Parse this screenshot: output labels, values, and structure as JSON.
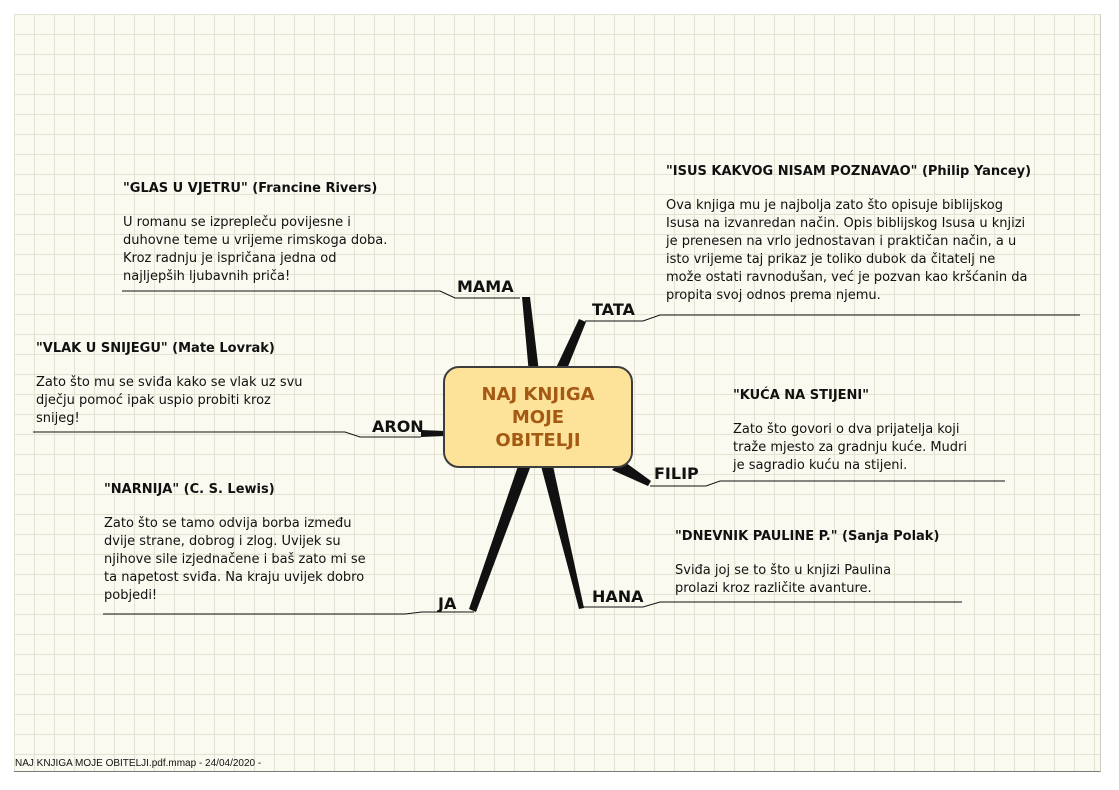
{
  "center": {
    "title": "NAJ KNJIGA\nMOJE\nOBITELJI"
  },
  "branches": {
    "mama": {
      "label": "MAMA",
      "note_title": "\"GLAS U VJETRU\" (Francine Rivers)",
      "note_body": "U romanu se izprepleču povijesne i\nduhovne teme u vrijeme rimskoga doba.\nKroz radnju je ispričana jedna od\nnajljepših ljubavnih priča!"
    },
    "tata": {
      "label": "TATA",
      "note_title": "\"ISUS KAKVOG NISAM POZNAVAO\" (Philip Yancey)",
      "note_body": "Ova knjiga mu je najbolja zato što opisuje biblijskog\nIsusa na izvanredan način. Opis biblijskog Isusa u knjizi\nje prenesen na vrlo jednostavan i praktičan način, a u\nisto vrijeme taj prikaz je toliko dubok da čitatelj ne\nmože ostati ravnodušan, već je pozvan kao kršćanin da\npropita svoj odnos prema njemu."
    },
    "aron": {
      "label": "ARON",
      "note_title": "\"VLAK U SNIJEGU\" (Mate Lovrak)",
      "note_body": " Zato što mu se sviđa kako se vlak uz svu\ndječju pomoć ipak uspio probiti kroz\nsnijeg!"
    },
    "filip": {
      "label": "FILIP",
      "note_title": "\"KUĆA NA STIJENI\"",
      "note_body": "Zato što govori o dva prijatelja koji\ntraže mjesto za gradnju kuće. Mudri\nje sagradio kuću na stijeni."
    },
    "ja": {
      "label": "JA",
      "note_title": "\"NARNIJA\" (C. S. Lewis)",
      "note_body": "Zato što se tamo odvija borba između\ndvije strane, dobrog i zlog. Uvijek su\nnjihove sile izjednačene i baš zato mi se\nta napetost sviđa. Na kraju uvijek dobro\npobjedi!"
    },
    "hana": {
      "label": "HANA",
      "note_title": "\"DNEVNIK PAULINE P.\"  (Sanja Polak)",
      "note_body": "Sviđa joj se to što u knjizi Paulina\nprolazi kroz različite avanture."
    }
  },
  "footer": "NAJ KNJIGA MOJE OBITELJI.pdf.mmap - 24/04/2020 -",
  "colors": {
    "center_fill": "#fde39a",
    "center_text": "#a45a13",
    "branch_fill": "#111111",
    "grid_line": "#e3e2d3",
    "background": "#fbfaf0"
  }
}
